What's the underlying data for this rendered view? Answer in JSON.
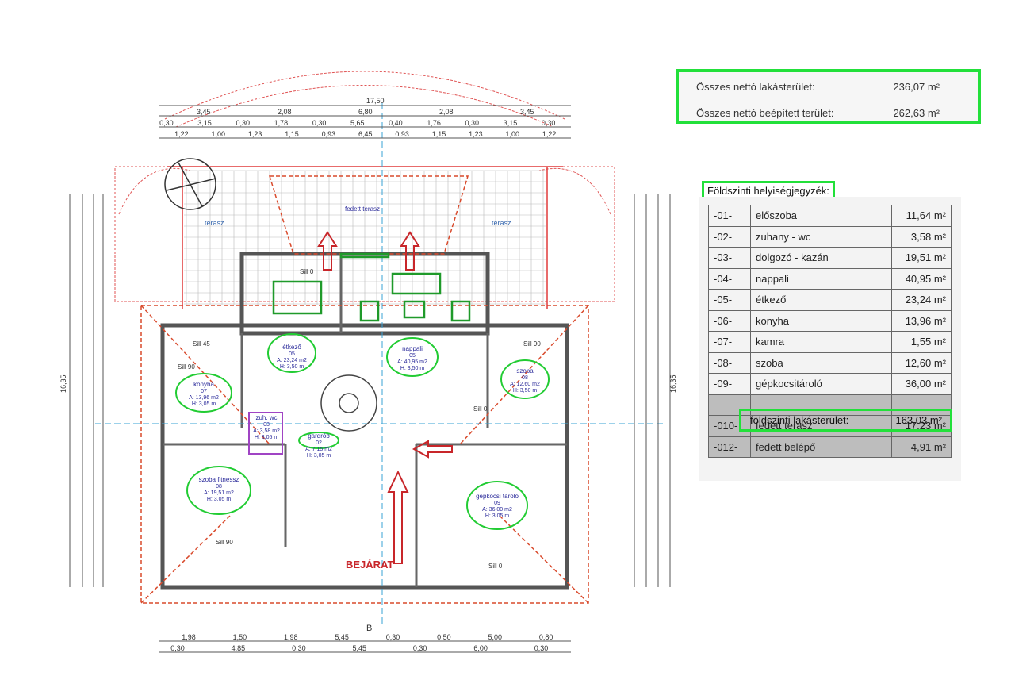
{
  "summary": {
    "net_living_label": "Összes nettó lakásterület:",
    "net_living_value": "236,07 m²",
    "net_built_label": "Összes nettó beépített terület:",
    "net_built_value": "262,63 m²"
  },
  "room_list_title": "Földszinti helyiségjegyzék:",
  "rooms": [
    {
      "no": "-01-",
      "name": "előszoba",
      "area": "11,64 m²"
    },
    {
      "no": "-02-",
      "name": "zuhany - wc",
      "area": "3,58 m²"
    },
    {
      "no": "-03-",
      "name": "dolgozó - kazán",
      "area": "19,51 m²"
    },
    {
      "no": "-04-",
      "name": "nappali",
      "area": "40,95 m²"
    },
    {
      "no": "-05-",
      "name": "étkező",
      "area": "23,24 m²"
    },
    {
      "no": "-06-",
      "name": "konyha",
      "area": "13,96 m²"
    },
    {
      "no": "-07-",
      "name": "kamra",
      "area": "1,55 m²"
    },
    {
      "no": "-08-",
      "name": "szoba",
      "area": "12,60 m²"
    },
    {
      "no": "-09-",
      "name": "gépkocsitároló",
      "area": "36,00 m²"
    }
  ],
  "ground_floor_total": {
    "label": "földszinti lakásterület:",
    "value": "163,03 m²"
  },
  "extra_rooms": [
    {
      "no": "-010-",
      "name": "fedett terasz",
      "area": "17,23 m²"
    },
    {
      "no": "-012-",
      "name": "fedett belépő",
      "area": "4,91 m²"
    }
  ],
  "plan": {
    "entrance": "BEJÁRAT",
    "terrace_left": "terasz",
    "terrace_right": "terasz",
    "covered_terrace": "fedett terasz",
    "section_label": "B",
    "dim_top_total": "17,50",
    "dim_top_row1": [
      "3,45",
      "2,08",
      "6,80",
      "2,08",
      "3,45"
    ],
    "dim_top_row2": [
      "0,30",
      "3,15",
      "0,30",
      "1,78",
      "0,30",
      "5,65",
      "0,40",
      "1,76",
      "0,30",
      "3,15",
      "0,30"
    ],
    "dim_top_row3": [
      "1,22",
      "1,00",
      "1,23",
      "1,15",
      "0,93",
      "6,45",
      "0,93",
      "1,15",
      "1,23",
      "1,00",
      "1,22"
    ],
    "dim_bottom_row1": [
      "1,98",
      "1,50",
      "1,98",
      "5,45",
      "0,30",
      "0,50",
      "5,00",
      "0,80"
    ],
    "dim_bottom_row2": [
      "0,30",
      "4,85",
      "0,30",
      "5,45",
      "0,30",
      "6,00",
      "0,30"
    ],
    "dim_left_total": "16,35",
    "dim_right_total": "16,35",
    "room_labels": [
      {
        "name": "étkező",
        "no": "05",
        "area": "A: 23,24 m2",
        "height": "H: 3,50 m"
      },
      {
        "name": "nappali",
        "no": "05",
        "area": "A: 40,95 m2",
        "height": "H: 3,50 m"
      },
      {
        "name": "szoba",
        "no": "08",
        "area": "A: 12,60 m2",
        "height": "H: 3,50 m"
      },
      {
        "name": "konyha",
        "no": "07",
        "area": "A: 13,96 m2",
        "height": "H: 3,05 m"
      },
      {
        "name": "szoba fitnessz",
        "no": "08",
        "area": "A: 19,51 m2",
        "height": "H: 3,05 m"
      },
      {
        "name": "gépkocsi tároló",
        "no": "09",
        "area": "A: 36,00 m2",
        "height": "H: 3,05 m"
      },
      {
        "name": "gardrób",
        "no": "02",
        "area": "A: 7,15 m2",
        "height": "H: 3,05 m"
      },
      {
        "name": "zuh. wc",
        "no": "03",
        "area": "A: 3,58 m2",
        "height": "H: 3,05 m"
      }
    ],
    "sill_labels": [
      "Sill 45",
      "Sill 90",
      "Sill 0",
      "Sill 90",
      "Sill 0",
      "Sill 90",
      "Sill 0"
    ]
  }
}
